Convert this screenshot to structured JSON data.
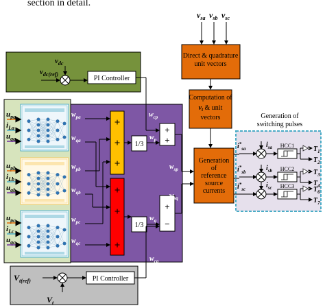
{
  "top_text": "section in detail.",
  "dc_block": {
    "input_ref": "v",
    "input_ref_sub": "dc(ref)",
    "input_meas": "v",
    "input_meas_sub": "dc",
    "controller": "PI Controller"
  },
  "ac_block": {
    "input_ref": "V",
    "input_ref_sub": "t(ref)",
    "input_meas": "V",
    "input_meas_sub": "t",
    "controller": "PI Controller"
  },
  "source_voltages": {
    "v1": "v",
    "v1_sub": "sa",
    "v2": "v",
    "v2_sub": "sb",
    "v3": "v",
    "v3_sub": "sc"
  },
  "blocks": {
    "unit_vectors": [
      "Direct & quadrature",
      "unit vectors"
    ],
    "computation": [
      "Computation of",
      "& unit",
      "vectors"
    ],
    "computation_var": "v",
    "computation_var_sub": "t",
    "reference": [
      "Generation",
      "of",
      "reference",
      "source",
      "currents"
    ],
    "divide_p": "1/3",
    "divide_q": "1/3"
  },
  "nn_inputs": [
    {
      "sym": "u",
      "sub": "pa"
    },
    {
      "sym": "i",
      "sub": "La"
    },
    {
      "sym": "u",
      "sub": "qa"
    },
    {
      "sym": "u",
      "sub": "pb"
    },
    {
      "sym": "i",
      "sub": "Lb"
    },
    {
      "sym": "u",
      "sub": "qb"
    },
    {
      "sym": "u",
      "sub": "pc"
    },
    {
      "sym": "i",
      "sub": "Lc"
    },
    {
      "sym": "u",
      "sub": "qc"
    }
  ],
  "weights": {
    "wpa": {
      "sym": "w",
      "sub": "pa"
    },
    "wqa": {
      "sym": "w",
      "sub": "qa"
    },
    "wpb": {
      "sym": "w",
      "sub": "pb"
    },
    "wqb": {
      "sym": "w",
      "sub": "qb"
    },
    "wpc": {
      "sym": "w",
      "sub": "pc"
    },
    "wqc": {
      "sym": "w",
      "sub": "qc"
    },
    "wcp": {
      "sym": "w",
      "sub": "cp"
    },
    "wp": {
      "sym": "w",
      "sub": "p"
    },
    "wq": {
      "sym": "w",
      "sub": "q"
    },
    "wsp": {
      "sym": "w",
      "sub": "sp"
    },
    "wsq": {
      "sym": "w",
      "sub": "sq"
    },
    "wcq": {
      "sym": "w",
      "sub": "cq"
    }
  },
  "switching": {
    "title": [
      "Generation of",
      "switching pulses"
    ],
    "hcc": [
      "HCC1",
      "HCC2",
      "HCC3"
    ],
    "refs": [
      {
        "sym": "i",
        "sup": "*",
        "sub": "sa"
      },
      {
        "sym": "i",
        "sup": "*",
        "sub": "sb"
      },
      {
        "sym": "i",
        "sup": "*",
        "sub": "sc"
      }
    ],
    "meas": [
      {
        "sym": "i",
        "sub": "sa"
      },
      {
        "sym": "i",
        "sub": "sb"
      },
      {
        "sym": "i",
        "sub": "sc"
      }
    ],
    "outputs": [
      {
        "sym": "T",
        "sub": "1"
      },
      {
        "sym": "T",
        "sub": "2"
      },
      {
        "sym": "T",
        "sub": "3"
      },
      {
        "sym": "T",
        "sub": "4"
      },
      {
        "sym": "T",
        "sub": "6"
      },
      {
        "sym": "T",
        "sub": "7"
      }
    ]
  },
  "colors": {
    "green_block": "#76923c",
    "gray_block": "#bfbfbf",
    "purple_block": "#7e57a5",
    "orange_box": "#e36c09",
    "yellow_sum": "#ffc000",
    "red_sum": "#ff0000",
    "nn_panel": "#d7e4bd",
    "switch_panel": "#e6e0ec",
    "switch_border": "#4bacc6"
  }
}
